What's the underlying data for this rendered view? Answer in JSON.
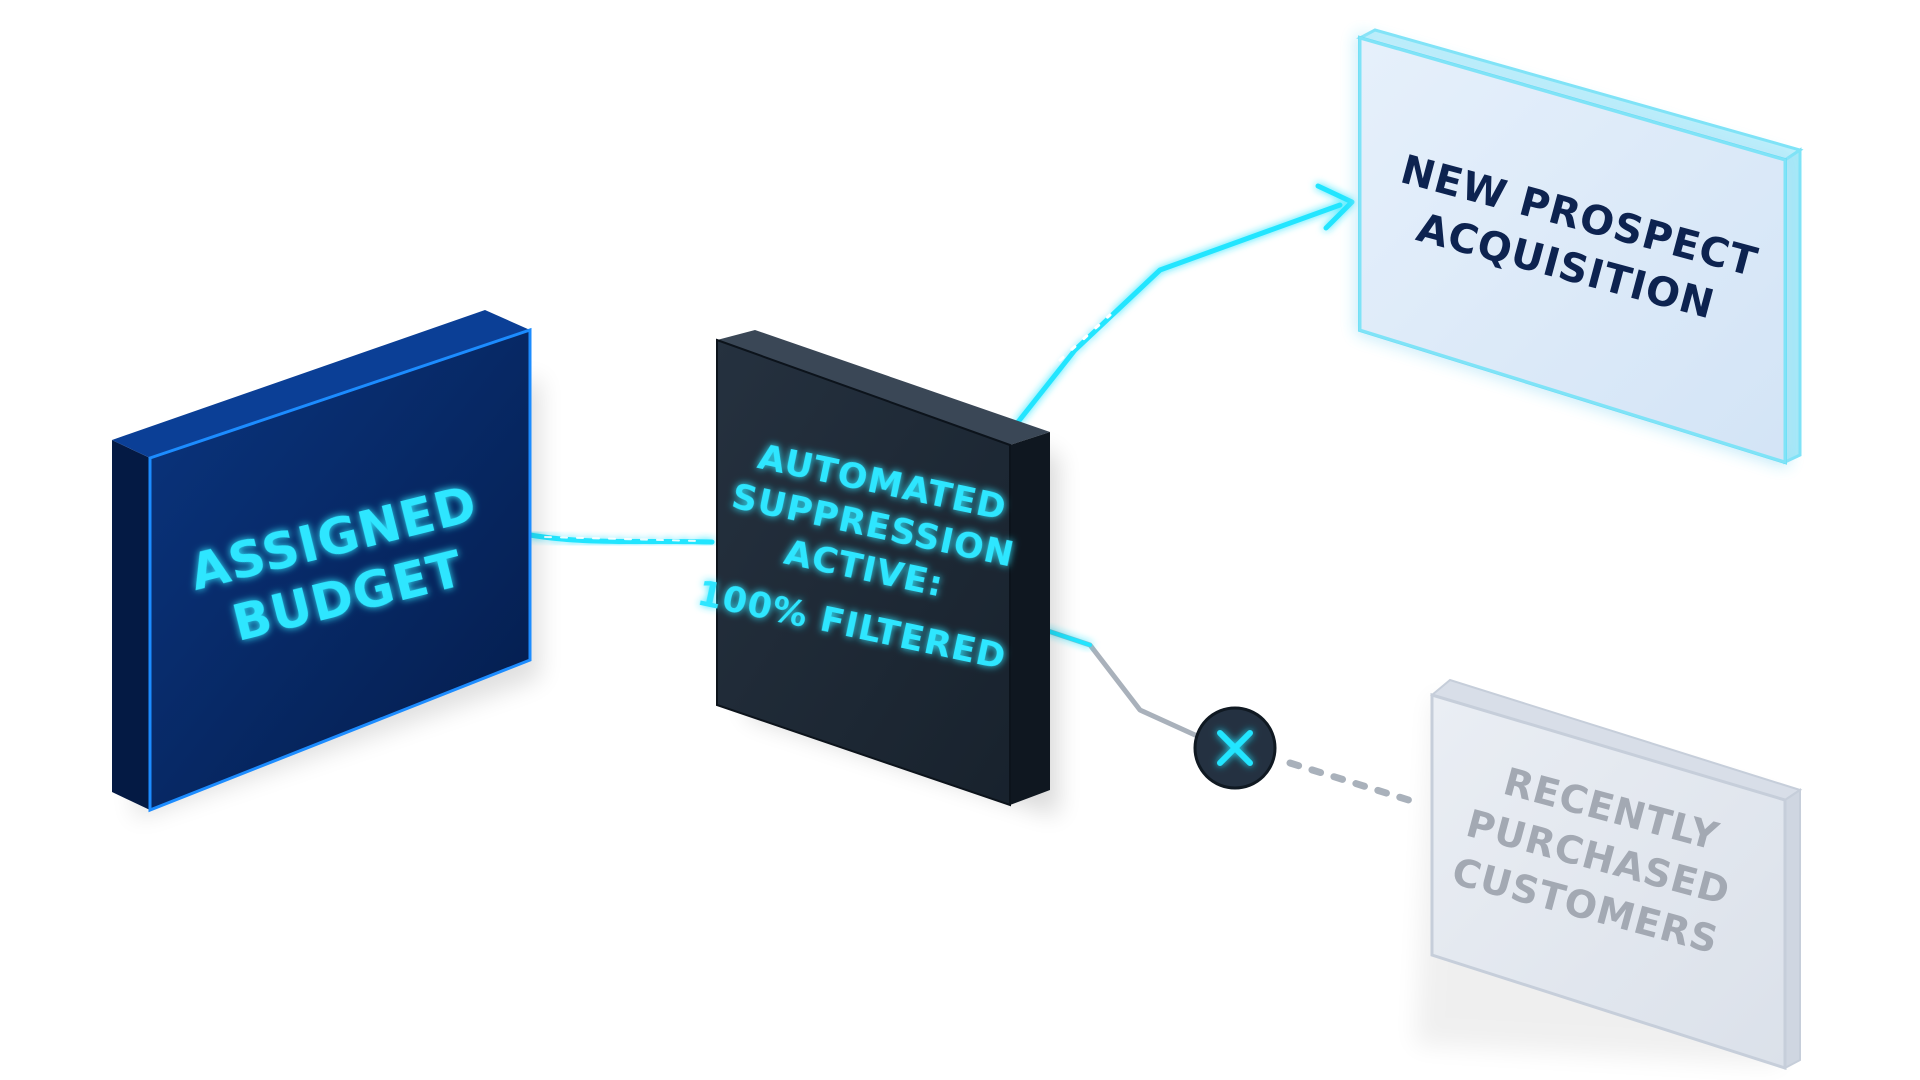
{
  "nodes": {
    "budget": {
      "lines": [
        "ASSIGNED",
        "BUDGET"
      ]
    },
    "suppression": {
      "lines": [
        "AUTOMATED",
        "SUPPRESSION",
        "ACTIVE:",
        "100% FILTERED"
      ]
    },
    "prospect": {
      "lines": [
        "NEW PROSPECT",
        "ACQUISITION"
      ]
    },
    "customers": {
      "lines": [
        "RECENTLY",
        "PURCHASED",
        "CUSTOMERS"
      ]
    }
  },
  "blocked_marker": {
    "icon": "x-icon"
  },
  "colors": {
    "budget_face": "#062a66",
    "budget_edge": "#0a3d8f",
    "glow_cyan": "#22e5ff",
    "suppression_face": "#1e2a38",
    "suppression_edge": "#0f1720",
    "prospect_face": "#dceaf8",
    "prospect_edge": "#7fe3f7",
    "prospect_text": "#0d2350",
    "customers_face": "#e1e6ef",
    "customers_edge": "#c6ceda",
    "customers_text": "#a3a9b3",
    "blocked_path": "#a9b1bb"
  }
}
